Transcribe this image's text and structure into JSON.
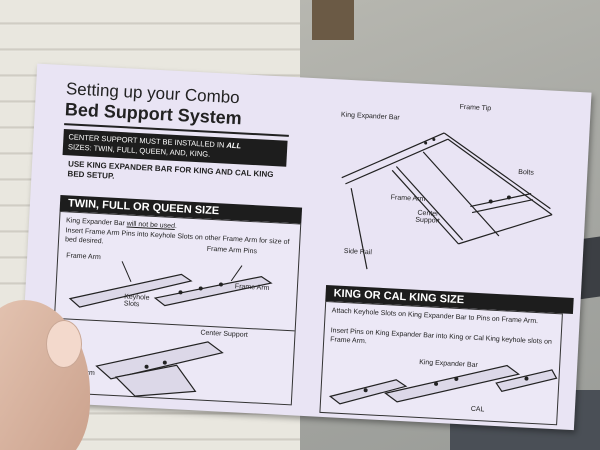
{
  "sheet": {
    "title_line1": "Setting up your Combo",
    "title_line2": "Bed Support System",
    "notice_part1": "CENTER SUPPORT MUST BE INSTALLED IN",
    "notice_emph": "ALL",
    "notice_part2": "SIZES: TWIN, FULL, QUEEN, AND, KING.",
    "use_king": "USE KING EXPANDER BAR FOR KING AND CAL KING BED SETUP.",
    "diagram_labels": {
      "king_expander_bar": "King Expander Bar",
      "frame_tip": "Frame Tip",
      "bolts": "Bolts",
      "frame_arm": "Frame Arm",
      "center_support": "Center Support",
      "side_rail": "Side Rail"
    },
    "twin_section": {
      "heading": "TWIN, FULL OR QUEEN SIZE",
      "note_prefix": "King Expander Bar",
      "note_underlined": "will not be used",
      "note_suffix": ".",
      "instruction": "Insert Frame Arm Pins into Keyhole Slots on other Frame Arm for size of bed desired.",
      "labels": {
        "frame_arm": "Frame Arm",
        "frame_arm_pins": "Frame Arm Pins",
        "frame_arm_right": "Frame Arm",
        "keyhole_slots": "Keyhole Slots",
        "center_support": "Center Support",
        "frame_arm_bottom": "Frame Arm"
      }
    },
    "king_section": {
      "heading": "KING OR CAL KING SIZE",
      "instruction1": "Attach Keyhole Slots on King Expander Bar to Pins on Frame Arm.",
      "instruction2": "Insert Pins on King Expander Bar into King or Cal King keyhole slots on Frame Arm.",
      "labels": {
        "king_expander_bar": "King Expander Bar",
        "cal": "CAL"
      }
    }
  }
}
